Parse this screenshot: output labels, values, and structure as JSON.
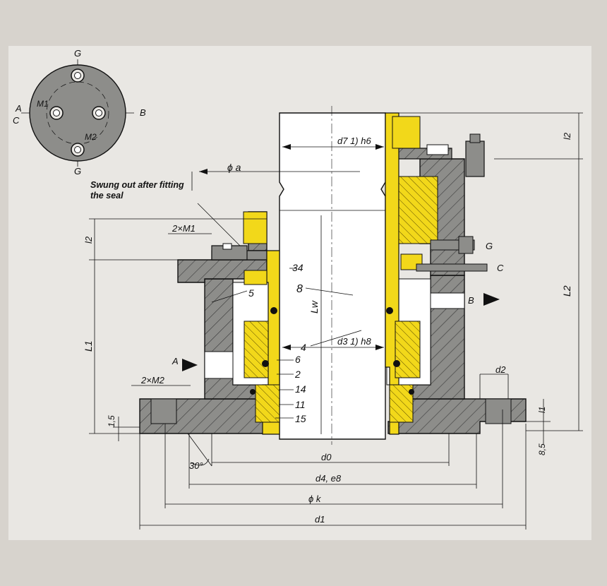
{
  "colors": {
    "outer_background": "#d7d3cd",
    "paper": "#e9e7e3",
    "housing": "#8d8d8a",
    "seal_parts": "#f2d81a",
    "line": "#111111"
  },
  "plan_view": {
    "labels": {
      "g_top": "G",
      "g_bottom": "G",
      "a": "A",
      "c": "C",
      "b": "B",
      "m1": "M1",
      "m2": "M2"
    }
  },
  "note": {
    "line1": "Swung out after fitting",
    "line2": "the seal"
  },
  "dimensions": {
    "phi_a": "ϕ a",
    "d7": "d7 1) h6",
    "l2_small_left": "l2",
    "l2_small_right": "l2",
    "two_m1": "2×M1",
    "two_m2": "2×M2",
    "L1": "L1",
    "L2": "L2",
    "Lw": "Lw",
    "d3": "d3 1) h8",
    "d2": "d2",
    "l1": "l1",
    "d1_5": "1,5",
    "d8_5": "8,5",
    "angle": "30°",
    "d0": "d0",
    "d4": "d4, e8",
    "phi_k": "ϕ k",
    "d1": "d1"
  },
  "part_numbers": [
    "34",
    "5",
    "8",
    "4",
    "6",
    "2",
    "14",
    "11",
    "15"
  ],
  "connections": {
    "G": "G",
    "C": "C",
    "B": "B",
    "A": "A"
  }
}
